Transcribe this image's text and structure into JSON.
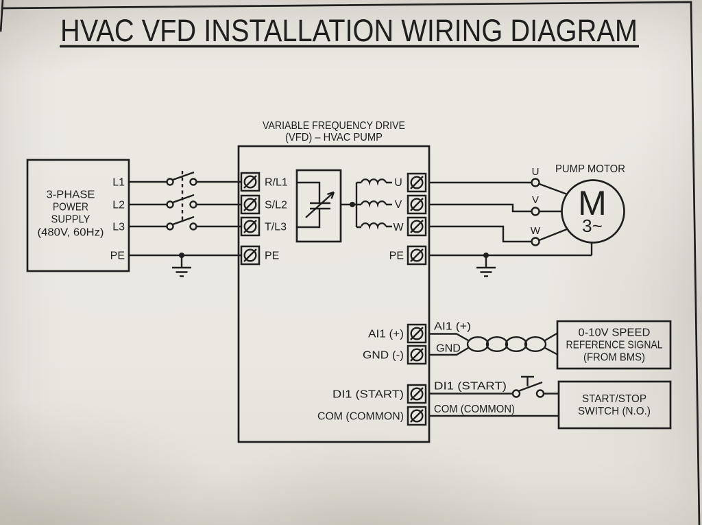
{
  "title": "HVAC VFD INSTALLATION WIRING DIAGRAM",
  "power_supply": {
    "label_lines": [
      "3-PHASE",
      "POWER",
      "SUPPLY",
      "(480V, 60Hz)"
    ],
    "terminals": [
      "L1",
      "L2",
      "L3",
      "PE"
    ]
  },
  "vfd": {
    "heading_lines": [
      "VARIABLE FREQUENCY DRIVE",
      "(VFD) – HVAC PUMP"
    ],
    "input_terminals": [
      "R/L1",
      "S/L2",
      "T/L3",
      "PE"
    ],
    "output_terminals": [
      "U",
      "V",
      "W"
    ],
    "output_pe": "PE",
    "control_labels_inside": [
      "AI1 (+)",
      "GND (-)",
      "DI1 (START)",
      "COM (COMMON)"
    ],
    "control_labels_outside": [
      "AI1 (+)",
      "GND",
      "DI1 (START)",
      "COM (COMMON)"
    ]
  },
  "motor": {
    "label": "PUMP MOTOR",
    "letter": "M",
    "phases": "3~",
    "lead_labels": [
      "U",
      "V",
      "W"
    ]
  },
  "speed_reference": {
    "lines": [
      "0-10V SPEED",
      "REFERENCE SIGNAL",
      "(FROM BMS)"
    ]
  },
  "start_stop": {
    "lines": [
      "START/STOP",
      "SWITCH (N.O.)"
    ]
  },
  "colors": {
    "paper": "#e9e6e0",
    "ink": "#1f1f1f"
  }
}
